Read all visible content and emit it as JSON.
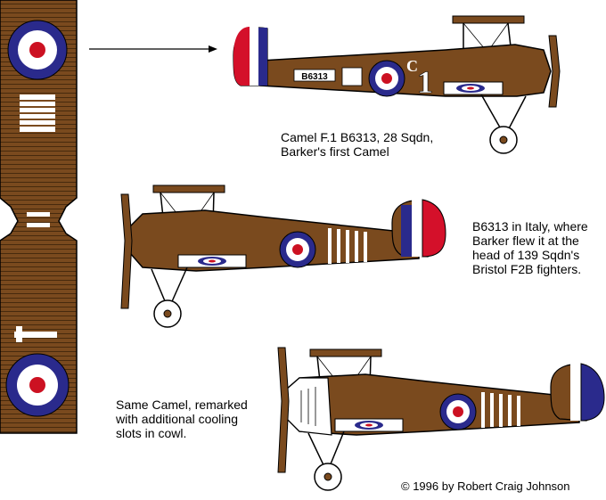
{
  "captions": {
    "top": [
      "Camel F.1 B6313, 28 Sqdn,",
      "Barker's first Camel"
    ],
    "middle": [
      "B6313 in Italy, where",
      "Barker  flew it at the",
      "head of 139 Sqdn's",
      "Bristol F2B fighters."
    ],
    "bottom": [
      "Same Camel, remarked",
      "with additional cooling",
      "slots in cowl."
    ]
  },
  "credit": "© 1996 by Robert Craig Johnson",
  "markings": {
    "serial": "B6313",
    "unit_code": "C",
    "number": "1"
  },
  "colors": {
    "pc10_brown": "#7a4a1e",
    "roundel_blue": "#2a2a8c",
    "roundel_red": "#cc1122",
    "fin_red": "#d4102a",
    "fin_blue": "#2a2a8c",
    "white": "#ffffff",
    "outline": "#000000"
  }
}
